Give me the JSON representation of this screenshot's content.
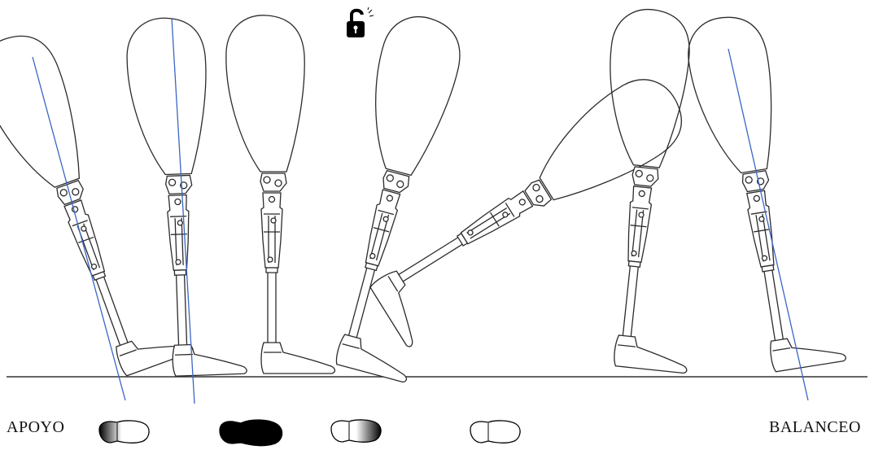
{
  "labels": {
    "left": "APOYO",
    "right": "BALANCEO"
  },
  "icons": {
    "top": "unlocked-padlock-icon",
    "footprints": [
      "footprint-heel-shaded-icon",
      "footprint-full-black-icon",
      "footprint-toe-shaded-icon",
      "footprint-outline-icon"
    ]
  },
  "colors": {
    "axis_line": "#3a66c4",
    "outline": "#2b2b2b",
    "ground": "#333333"
  },
  "legs": [
    {
      "phase": "initial-contact",
      "axis_line": true
    },
    {
      "phase": "mid-stance",
      "axis_line": true
    },
    {
      "phase": "terminal-stance",
      "axis_line": false
    },
    {
      "phase": "pre-swing",
      "axis_line": false
    },
    {
      "phase": "initial-swing",
      "axis_line": false
    },
    {
      "phase": "mid-swing",
      "axis_line": false
    },
    {
      "phase": "terminal-swing",
      "axis_line": true
    }
  ]
}
